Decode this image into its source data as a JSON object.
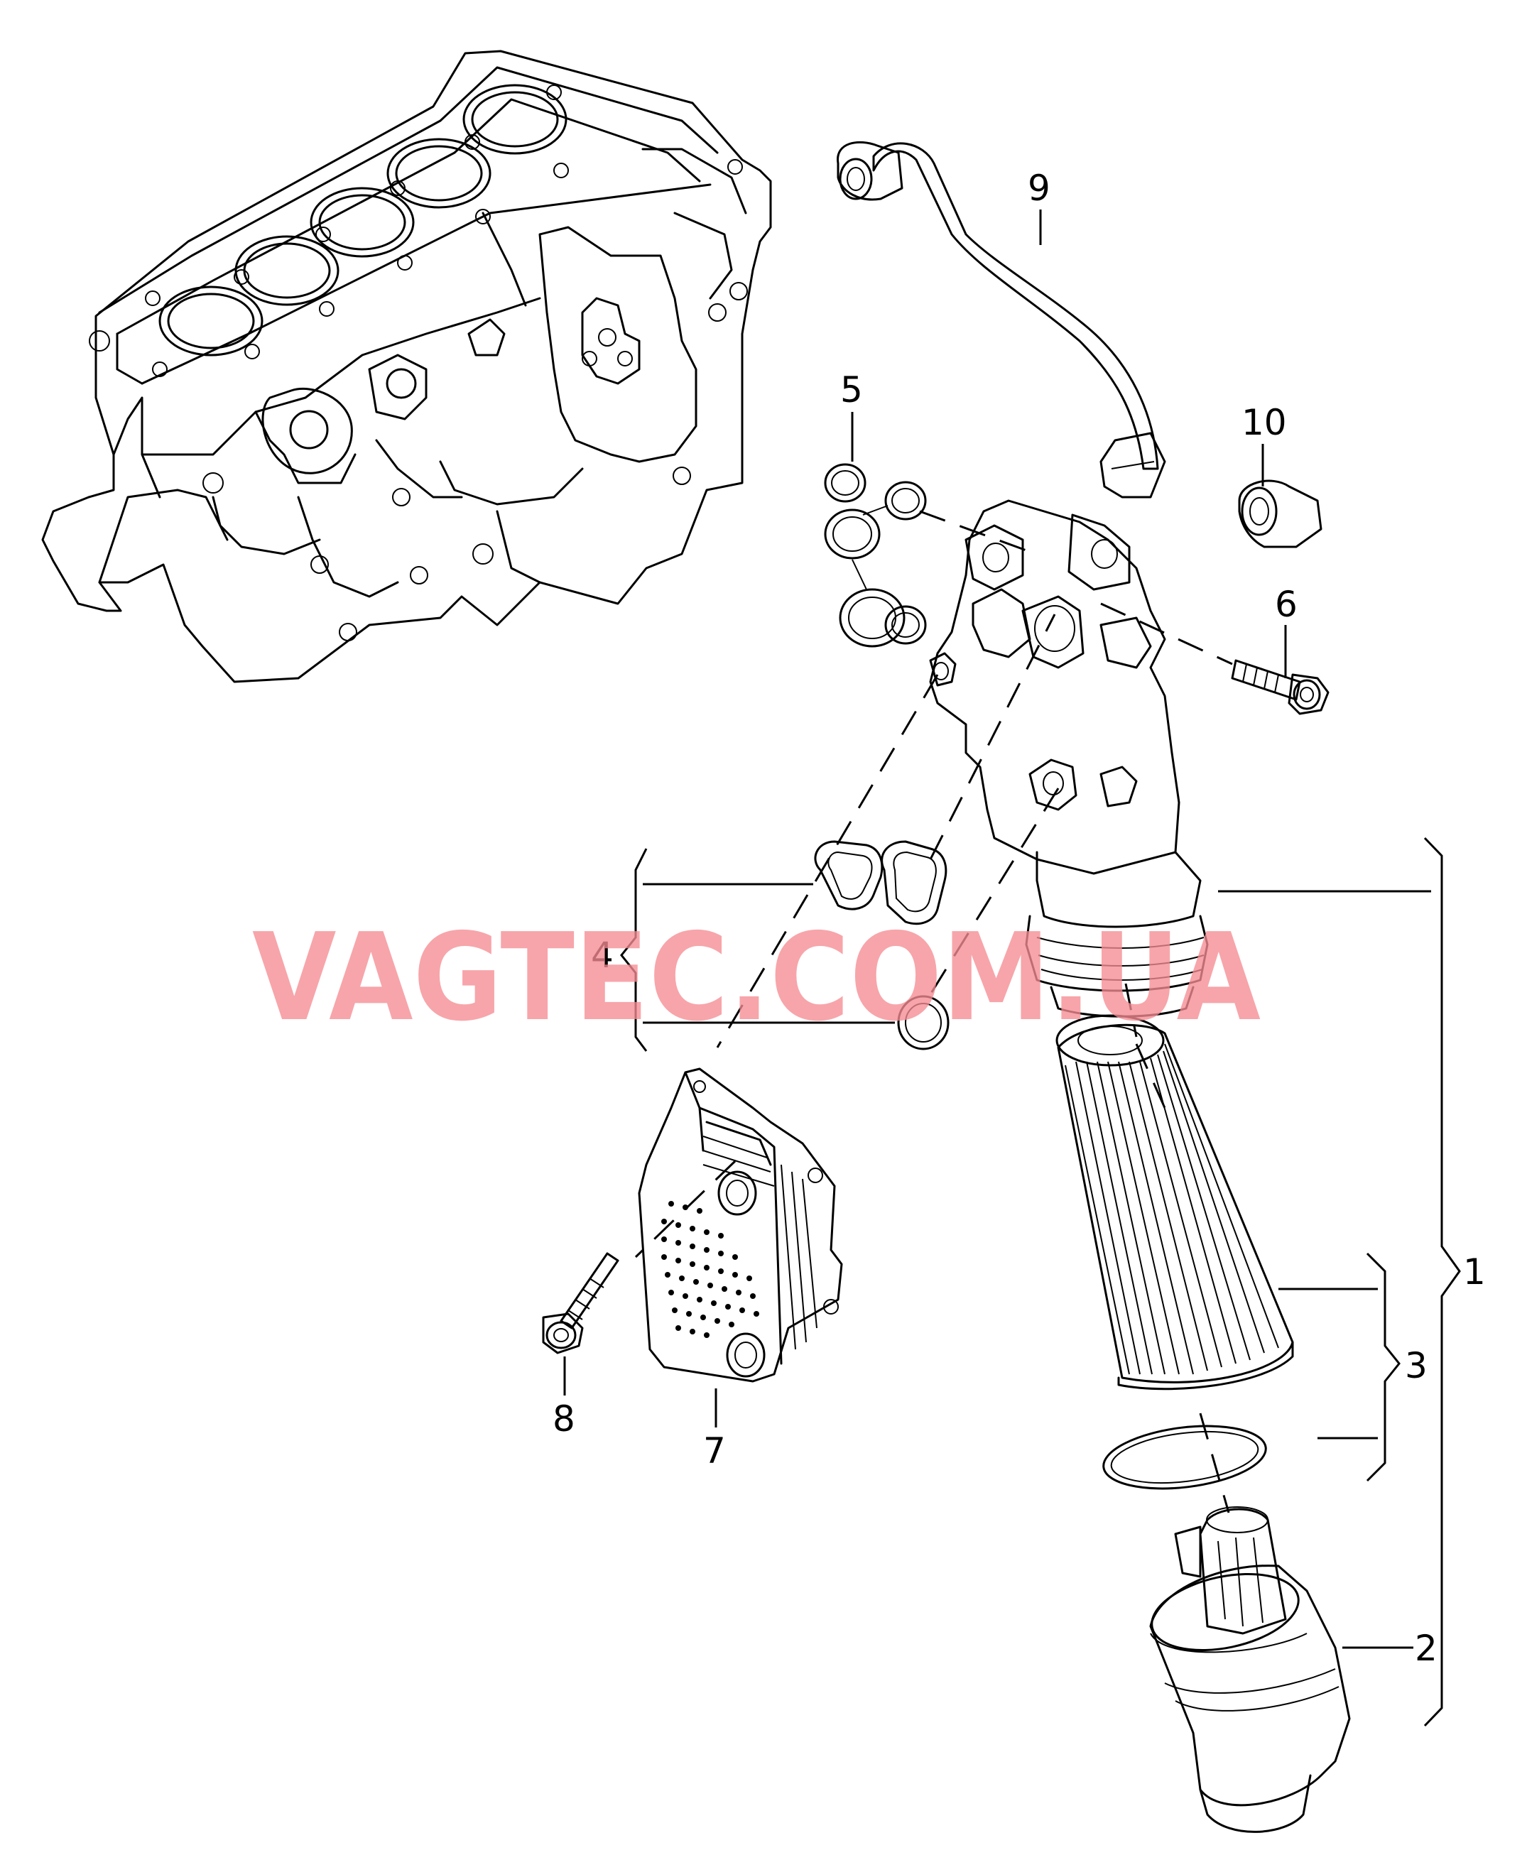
{
  "watermark": "VAGTEC.COM.UA",
  "callouts": {
    "c1": "1",
    "c2": "2",
    "c3": "3",
    "c4": "4",
    "c5": "5",
    "c6": "6",
    "c7": "7",
    "c8": "8",
    "c9": "9",
    "c10": "10"
  },
  "colors": {
    "line": "#000000",
    "watermark": "#f58c92",
    "background": "#ffffff"
  }
}
